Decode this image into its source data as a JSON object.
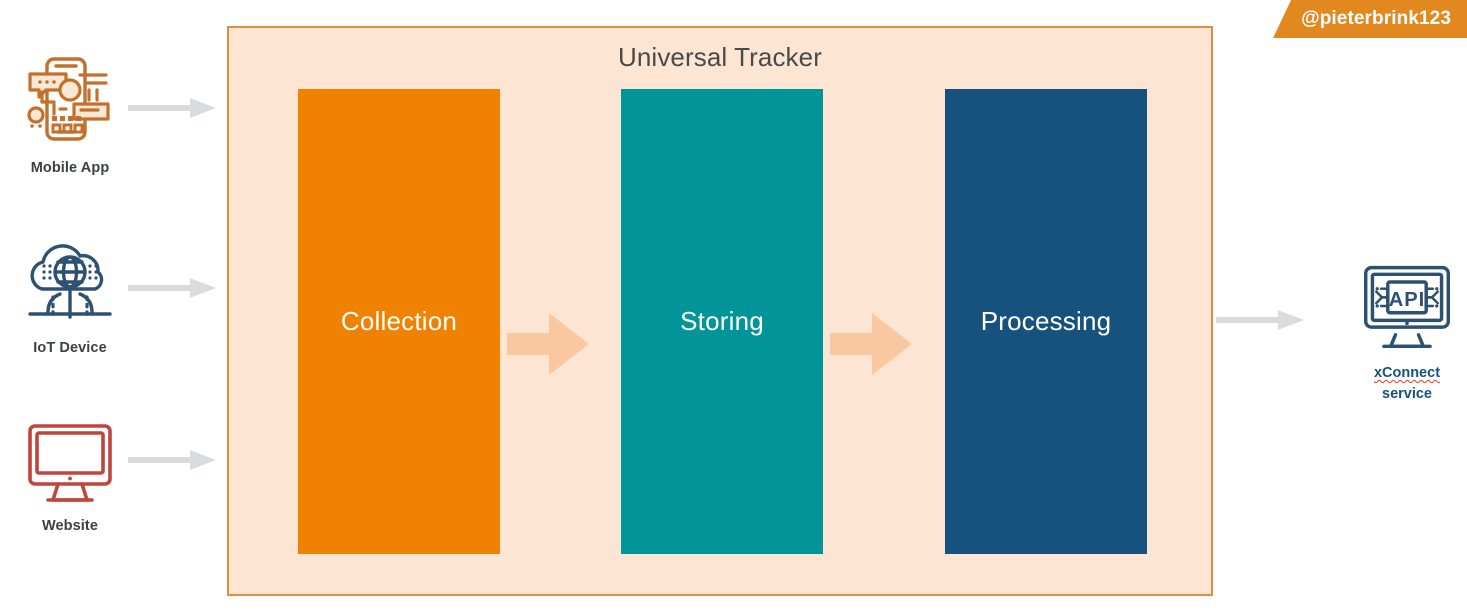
{
  "watermark": {
    "handle": "@pieterbrink123"
  },
  "colors": {
    "brand_orange": "#e2881f",
    "container_bg": "#fde5d3",
    "container_border": "#dd8e3e",
    "stage_collection": "#ef8200",
    "stage_storing": "#019499",
    "stage_processing": "#17527f",
    "flow_arrow": "#fac8a0",
    "feed_arrow": "#d9dcdf",
    "label_text": "#3c4145",
    "title_text": "#4a4a4a",
    "output_text": "#17527f",
    "spellcheck_underline": "#e03a28"
  },
  "sources": [
    {
      "label": "Mobile App",
      "icon": "mobile-app-icon",
      "icon_color": "#c4702c"
    },
    {
      "label": "IoT Device",
      "icon": "iot-cloud-icon",
      "icon_color": "#2d5173"
    },
    {
      "label": "Website",
      "icon": "desktop-monitor-icon",
      "icon_color": "#c0453c"
    }
  ],
  "tracker": {
    "title": "Universal Tracker",
    "stages": [
      {
        "label": "Collection"
      },
      {
        "label": "Storing"
      },
      {
        "label": "Processing"
      }
    ]
  },
  "output": {
    "icon": "api-monitor-icon",
    "label_line1": "xConnect",
    "label_line2": "service"
  }
}
